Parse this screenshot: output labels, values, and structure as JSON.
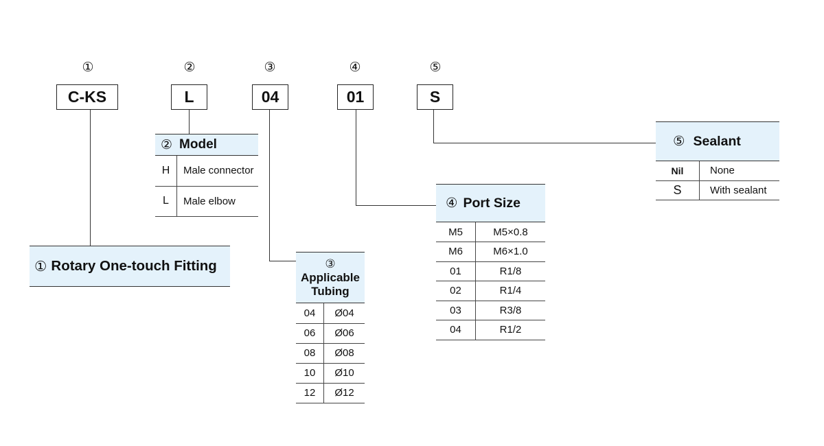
{
  "code": {
    "numbers": [
      "①",
      "②",
      "③",
      "④",
      "⑤"
    ],
    "segments": [
      "C-KS",
      "L",
      "04",
      "01",
      "S"
    ]
  },
  "rotary": {
    "num": "①",
    "title": "Rotary One-touch Fitting"
  },
  "model": {
    "num": "②",
    "title": "Model",
    "rows": [
      {
        "code": "H",
        "desc": "Male connector"
      },
      {
        "code": "L",
        "desc": "Male elbow"
      }
    ]
  },
  "tubing": {
    "num": "③",
    "title_line1": "Applicable",
    "title_line2": "Tubing",
    "rows": [
      {
        "code": "04",
        "desc": "Ø04"
      },
      {
        "code": "06",
        "desc": "Ø06"
      },
      {
        "code": "08",
        "desc": "Ø08"
      },
      {
        "code": "10",
        "desc": "Ø10"
      },
      {
        "code": "12",
        "desc": "Ø12"
      }
    ]
  },
  "port": {
    "num": "④",
    "title": "Port Size",
    "rows": [
      {
        "code": "M5",
        "desc": "M5×0.8"
      },
      {
        "code": "M6",
        "desc": "M6×1.0"
      },
      {
        "code": "01",
        "desc": "R1/8"
      },
      {
        "code": "02",
        "desc": "R1/4"
      },
      {
        "code": "03",
        "desc": "R3/8"
      },
      {
        "code": "04",
        "desc": "R1/2"
      }
    ]
  },
  "sealant": {
    "num": "⑤",
    "title": "Sealant",
    "rows": [
      {
        "code": "Nil",
        "desc": "None"
      },
      {
        "code": "S",
        "desc": "With sealant"
      }
    ]
  }
}
